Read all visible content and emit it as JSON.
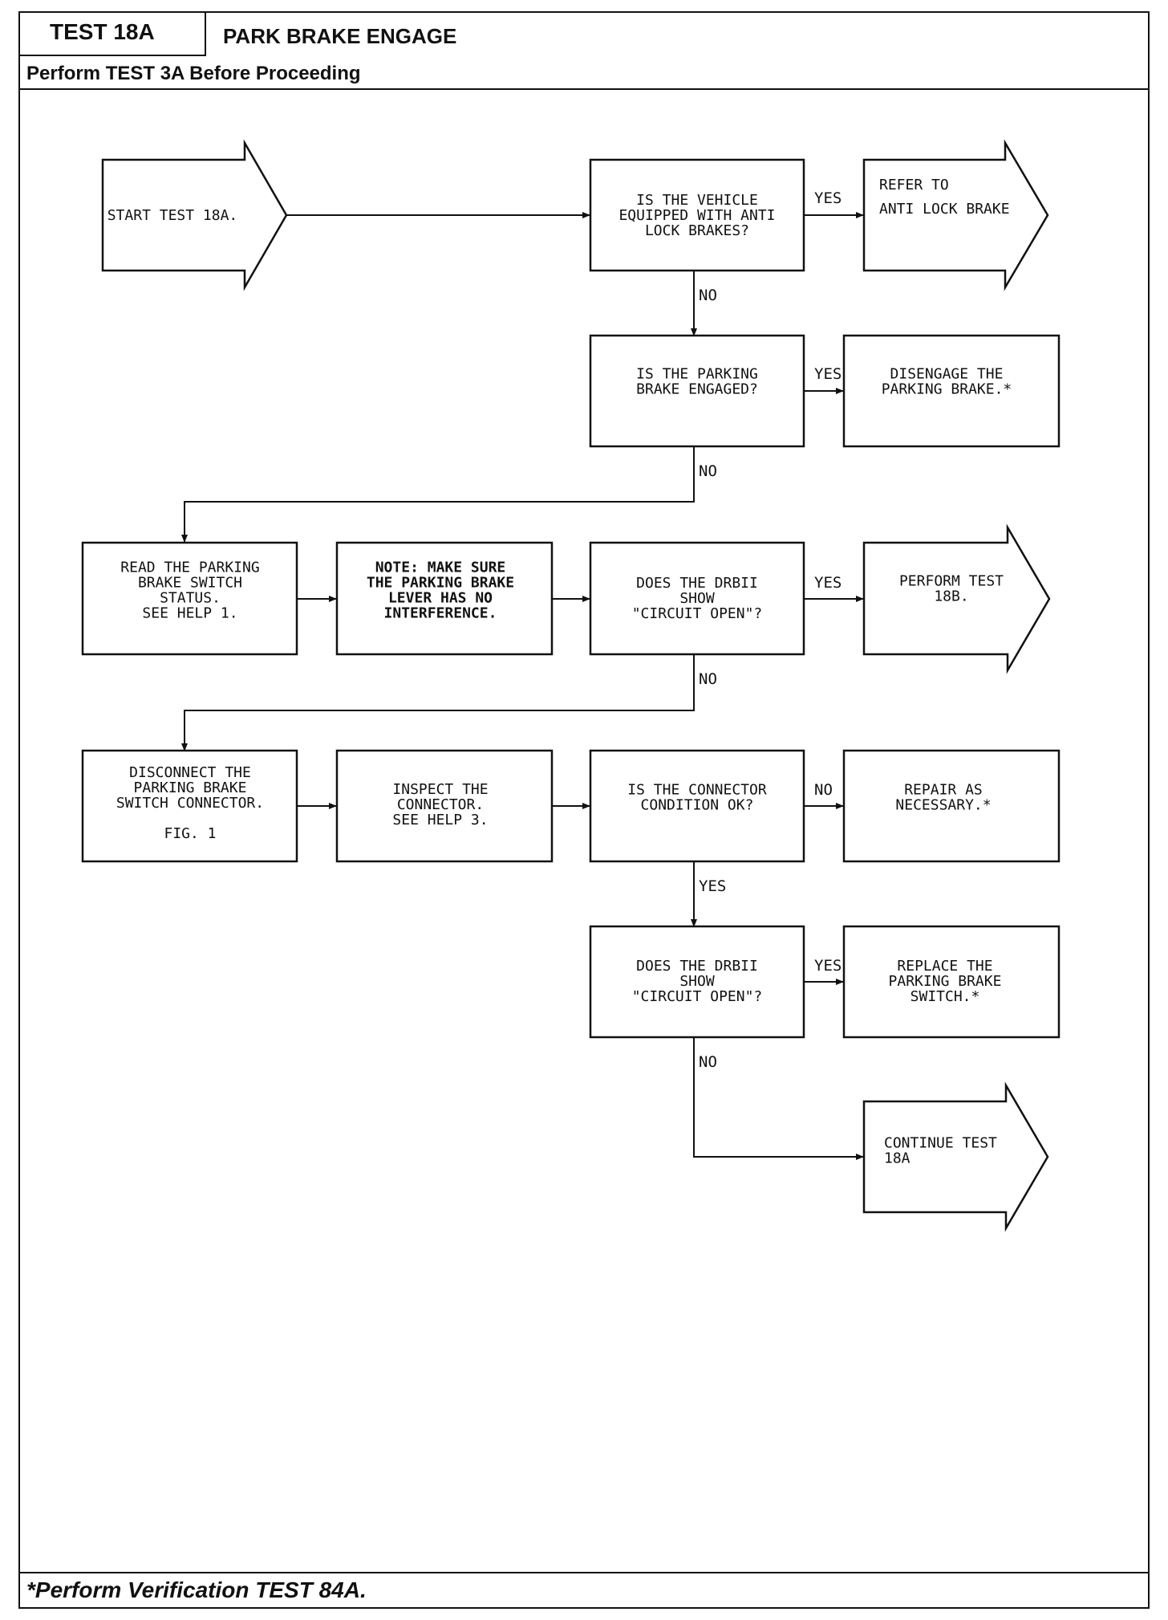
{
  "header": {
    "test_id": "TEST 18A",
    "title": "PARK BRAKE ENGAGE",
    "prerequisite": "Perform TEST 3A Before Proceeding"
  },
  "footer": {
    "note": "*Perform Verification TEST 84A."
  },
  "flowchart": {
    "start": [
      "START TEST 18A."
    ],
    "q_antilock": [
      "IS THE VEHICLE",
      "EQUIPPED WITH ANTI",
      "LOCK BRAKES?"
    ],
    "refer_antilock": [
      "REFER TO",
      "ANTI LOCK BRAKE"
    ],
    "q_engaged": [
      "IS THE PARKING",
      "BRAKE ENGAGED?"
    ],
    "disengage": [
      "DISENGAGE THE",
      "PARKING BRAKE.*"
    ],
    "read_status": [
      "READ THE PARKING",
      "BRAKE SWITCH",
      "STATUS.",
      "SEE HELP 1."
    ],
    "note_lever": [
      "NOTE: MAKE SURE",
      "THE PARKING BRAKE",
      "LEVER HAS NO",
      "INTERFERENCE."
    ],
    "q_circuit_open_1": [
      "DOES THE DRBII",
      "SHOW",
      "\"CIRCUIT OPEN\"?"
    ],
    "perform_18b": [
      "PERFORM TEST",
      "18B."
    ],
    "disconnect": [
      "DISCONNECT THE",
      "PARKING BRAKE",
      "SWITCH CONNECTOR.",
      "",
      "FIG. 1"
    ],
    "inspect": [
      "INSPECT THE",
      "CONNECTOR.",
      "SEE HELP 3."
    ],
    "q_connector_ok": [
      "IS THE CONNECTOR",
      "CONDITION OK?"
    ],
    "repair": [
      "REPAIR AS",
      "NECESSARY.*"
    ],
    "q_circuit_open_2": [
      "DOES THE DRBII",
      "SHOW",
      "\"CIRCUIT OPEN\"?"
    ],
    "replace_switch": [
      "REPLACE THE",
      "PARKING BRAKE",
      "SWITCH.*"
    ],
    "continue_18a": [
      "CONTINUE TEST",
      "18A"
    ]
  },
  "labels": {
    "yes": "YES",
    "no": "NO"
  }
}
